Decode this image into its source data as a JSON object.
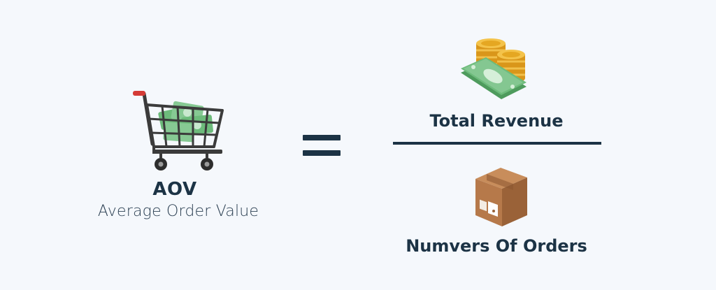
{
  "left": {
    "title": "AOV",
    "subtitle": "Average Order Value",
    "icon": "shopping-cart-icon"
  },
  "operator": {
    "symbol": "equals"
  },
  "fraction": {
    "numerator": "Total Revenue",
    "numerator_icon": "money-coins-icon",
    "denominator": "Numvers Of Orders",
    "denominator_icon": "box-icon"
  },
  "colors": {
    "background": "#f5f8fc",
    "text": "#1c3345",
    "money_green": "#6dbb7b",
    "coin_gold": "#e5a722",
    "box_brown": "#b6794a",
    "cart_handle": "#d43b36"
  }
}
